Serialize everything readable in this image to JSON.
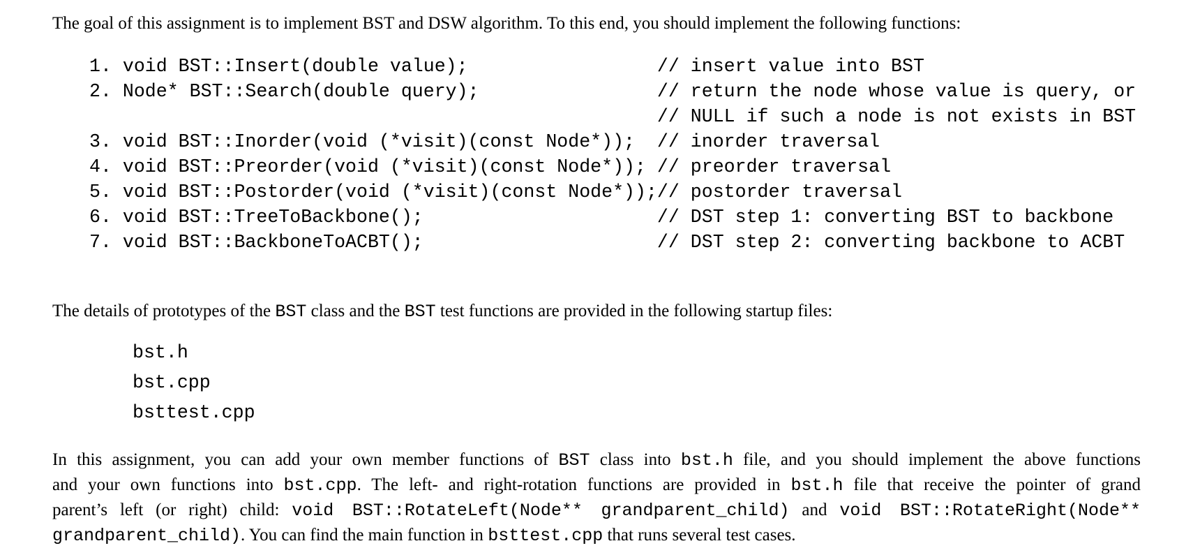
{
  "intro": "The goal of this assignment is to implement BST and DSW algorithm. To this end, you should implement the following functions:",
  "code_lines": [
    "1. void BST::Insert(double value);                 // insert value into BST",
    "2. Node* BST::Search(double query);                // return the node whose value is query, or",
    "                                                   // NULL if such a node is not exists in BST",
    "3. void BST::Inorder(void (*visit)(const Node*));  // inorder traversal",
    "4. void BST::Preorder(void (*visit)(const Node*)); // preorder traversal",
    "5. void BST::Postorder(void (*visit)(const Node*));// postorder traversal",
    "6. void BST::TreeToBackbone();                     // DST step 1: converting BST to backbone",
    "7. void BST::BackboneToACBT();                     // DST step 2: converting backbone to ACBT"
  ],
  "startup": {
    "s1": "The details of prototypes of the ",
    "m1": "BST",
    "s2": " class and the ",
    "m2": "BST",
    "s3": " test functions are provided in the following startup files:"
  },
  "files": [
    "bst.h",
    "bst.cpp",
    "bsttest.cpp"
  ],
  "closing": {
    "l1": {
      "s1": "In this assignment, you can add your own member functions of ",
      "m1": "BST",
      "s2": " class into ",
      "m2": "bst.h",
      "s3": " file, and you should implement the above functions"
    },
    "l2": {
      "s1": "and your own functions into ",
      "m1": "bst.cpp",
      "s2": ". The left- and right-rotation functions are provided in ",
      "m2": "bst.h",
      "s3": " file that receive the pointer of grand"
    },
    "l3": {
      "s1": "parent’s left (or right) child: ",
      "m1": "void BST::RotateLeft(Node** grandparent_child)",
      "s2": " and ",
      "m2": "void BST::RotateRight(Node**"
    },
    "l4": {
      "m1": "grandparent_child)",
      "s1": ". You can find the main function in ",
      "m2": "bsttest.cpp",
      "s2": " that runs several test cases."
    }
  }
}
